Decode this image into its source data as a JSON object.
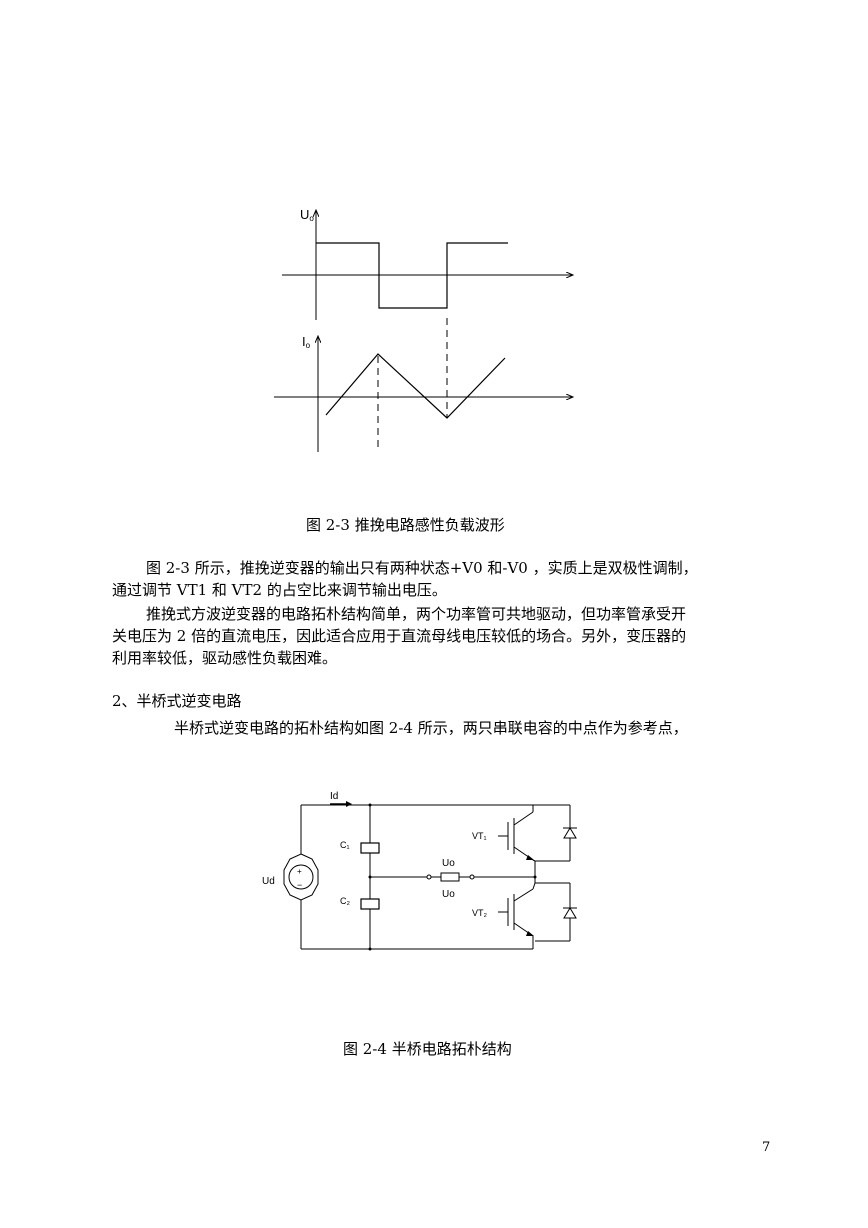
{
  "figure1": {
    "uo_label": "U",
    "uo_sub": "o",
    "io_label": "I",
    "io_sub": "o",
    "caption": "图 2-3  推挽电路感性负载波形"
  },
  "paragraphs": [
    {
      "lines": [
        "图 2-3 所示，推挽逆变器的输出只有两种状态+V0 和-V0 ，实质上是双极性调制，",
        "通过调节 VT1 和 VT2 的占空比来调节输出电压。"
      ]
    },
    {
      "lines": [
        "推挽式方波逆变器的电路拓朴结构简单，两个功率管可共地驱动，但功率管承受开",
        "关电压为 2 倍的直流电压，因此适合应用于直流母线电压较低的场合。另外，变压器的",
        "利用率较低，驱动感性负载困难。"
      ]
    }
  ],
  "section_heading": "2、半桥式逆变电路",
  "section_text": "半桥式逆变电路的拓朴结构如图 2-4 所示，两只串联电容的中点作为参考点，",
  "figure2": {
    "id_label": "Id",
    "ud_label": "Ud",
    "c1_label": "C₁",
    "c2_label": "C₂",
    "vt1_label": "VT₁",
    "vt2_label": "VT₂",
    "uo_top": "Uo",
    "uo_bottom": "Uo",
    "plus": "+",
    "minus": "−",
    "caption": "图 2-4  半桥电路拓朴结构"
  },
  "page_number": "7"
}
